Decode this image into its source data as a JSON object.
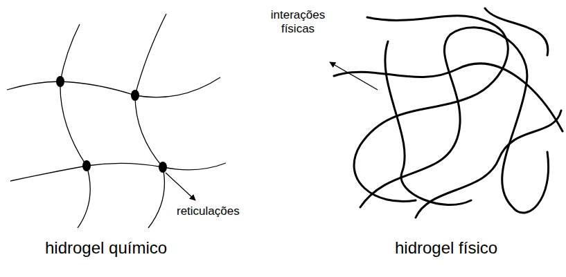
{
  "diagram": {
    "labels": [
      "interações físicas",
      "reticulações",
      "hidrogel químico",
      "hidrogel físico"
    ]
  }
}
